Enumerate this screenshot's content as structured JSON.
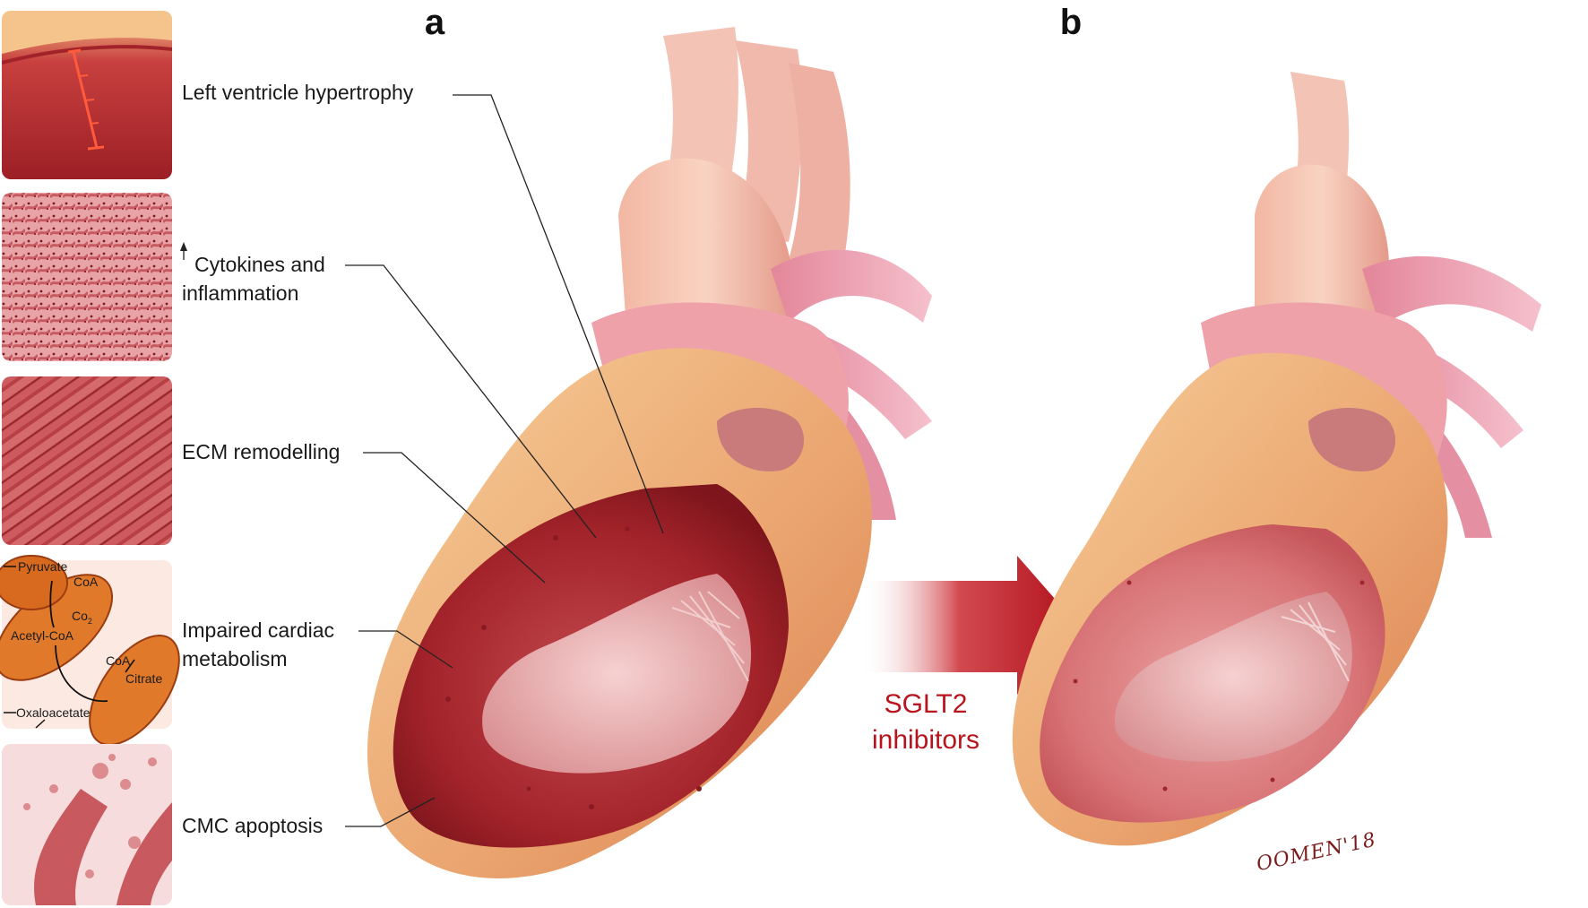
{
  "panels": {
    "a": "a",
    "b": "b"
  },
  "labels": [
    "Left ventricle hypertrophy",
    "Cytokines and",
    "inflammation",
    "ECM remodelling",
    "Impaired cardiac",
    "metabolism",
    "CMC apoptosis"
  ],
  "metabolism_inset": {
    "pyruvate": "Pyruvate",
    "coa_1": "CoA",
    "co2": "Co",
    "co2_sub": "2",
    "acetyl_coa": "Acetyl-CoA",
    "coa_2": "CoA",
    "citrate": "Citrate",
    "oxaloacetate": "Oxaloacetate"
  },
  "treatment": {
    "line1": "SGLT2",
    "line2": "inhibitors"
  },
  "signature": "OOMEN'18",
  "colors": {
    "treatment_text": "#b8141e",
    "myocardium_outer": "#f0b27a",
    "myocardium_cut": "#b52a2e",
    "treated_cut": "#d9737a",
    "vessels": "#e79a9c"
  }
}
